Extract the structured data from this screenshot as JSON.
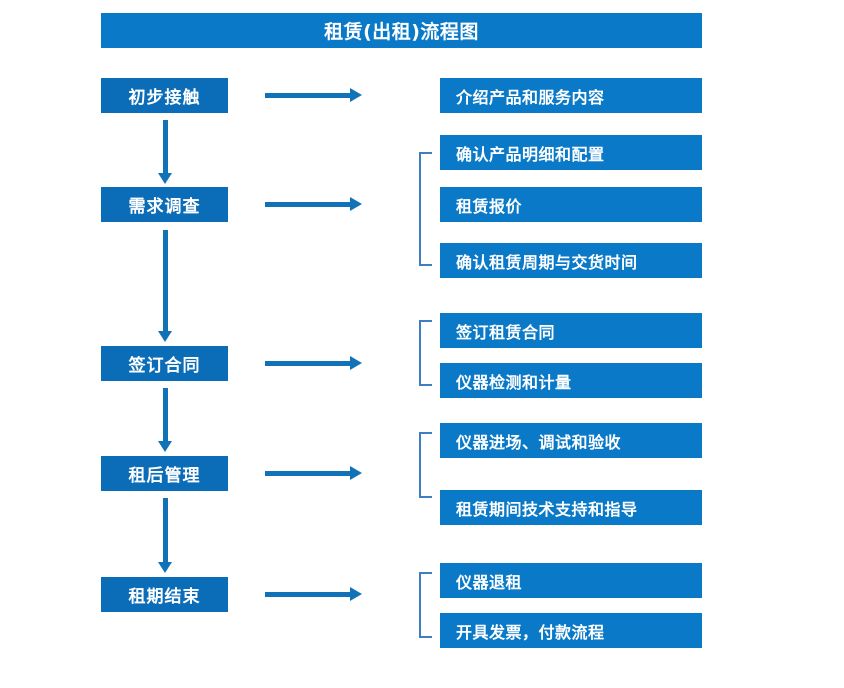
{
  "title": "租赁(出租)流程图",
  "colors": {
    "title_bar": "#0979C8",
    "stage_box": "#0B6DB8",
    "detail_box": "#0979C8",
    "arrow": "#1272B8",
    "bracket": "#3D7FC1",
    "text": "#FFFFFF",
    "background": "#FFFFFF"
  },
  "stages": [
    {
      "label": "初步接触"
    },
    {
      "label": "需求调查"
    },
    {
      "label": "签订合同"
    },
    {
      "label": "租后管理"
    },
    {
      "label": "租期结束"
    }
  ],
  "details": [
    {
      "label": "介绍产品和服务内容"
    },
    {
      "label": "确认产品明细和配置"
    },
    {
      "label": "租赁报价"
    },
    {
      "label": "确认租赁周期与交货时间"
    },
    {
      "label": "签订租赁合同"
    },
    {
      "label": "仪器检测和计量"
    },
    {
      "label": "仪器进场、调试和验收"
    },
    {
      "label": "租赁期间技术支持和指导"
    },
    {
      "label": "仪器退租"
    },
    {
      "label": "开具发票，付款流程"
    }
  ]
}
